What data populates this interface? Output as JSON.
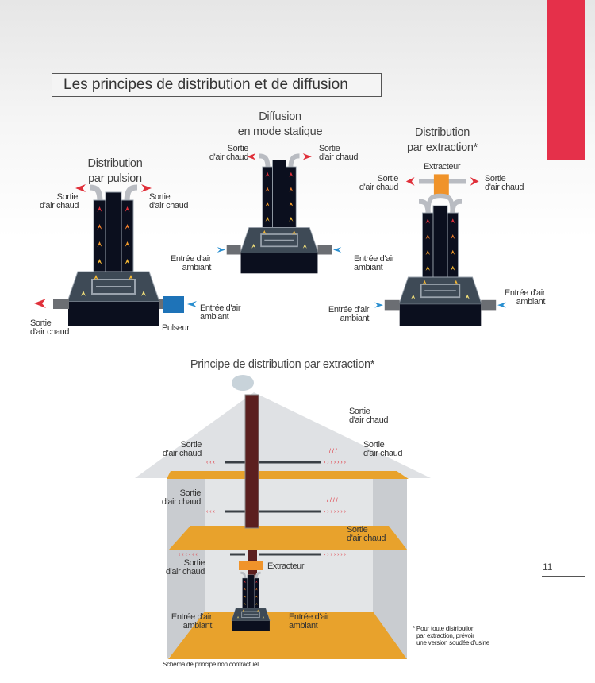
{
  "title": "Les principes de distribution et de diffusion",
  "page_number": "11",
  "colors": {
    "accent_red": "#e5304a",
    "floor_orange": "#e8a22c",
    "stove_dark": "#0b0f1e",
    "chimney": "#5b1f1f",
    "pulseur_blue": "#1e73b8"
  },
  "pulsion": {
    "title1": "Distribution",
    "title2": "par pulsion",
    "out_left": [
      "Sortie",
      "d'air chaud"
    ],
    "out_right": [
      "Sortie",
      "d'air chaud"
    ],
    "out_bottom": [
      "Sortie",
      "d'air chaud"
    ],
    "in": [
      "Entrée d'air",
      "ambiant"
    ],
    "pulseur": "Pulseur"
  },
  "statique": {
    "title1": "Diffusion",
    "title2": "en mode statique",
    "out_left": [
      "Sortie",
      "d'air chaud"
    ],
    "out_right": [
      "Sortie",
      "d'air chaud"
    ],
    "in_left": [
      "Entrée d'air",
      "ambiant"
    ],
    "in_right": [
      "Entrée d'air",
      "ambiant"
    ]
  },
  "extraction": {
    "title1": "Distribution",
    "title2": "par extraction*",
    "extracteur": "Extracteur",
    "out_left": [
      "Sortie",
      "d'air chaud"
    ],
    "out_right": [
      "Sortie",
      "d'air chaud"
    ],
    "in_left": [
      "Entrée d'air",
      "ambiant"
    ],
    "in_right": [
      "Entrée d'air",
      "ambiant"
    ]
  },
  "house": {
    "title": "Principe de distribution par extraction*",
    "roof_out": [
      "Sortie",
      "d'air chaud"
    ],
    "attic_left": [
      "Sortie",
      "d'air chaud"
    ],
    "attic_right": [
      "Sortie",
      "d'air chaud"
    ],
    "floor1_left": [
      "Sortie",
      "d'air chaud"
    ],
    "floor1_right": [
      "Sortie",
      "d'air chaud"
    ],
    "ground_left": [
      "Sortie",
      "d'air chaud"
    ],
    "extracteur": "Extracteur",
    "in_left": [
      "Entrée d'air",
      "ambiant"
    ],
    "in_right": [
      "Entrée d'air",
      "ambiant"
    ],
    "footnote": [
      "* Pour toute distribution",
      "par extraction, prévoir",
      "une version soudée d'usine"
    ],
    "disclaimer": "Schéma de principe non contractuel"
  }
}
